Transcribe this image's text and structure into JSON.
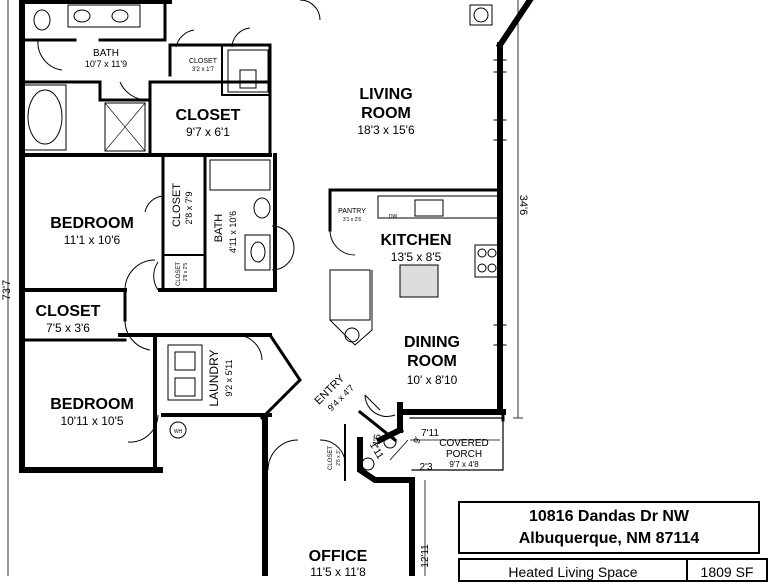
{
  "rooms": {
    "bath_top": {
      "name": "BATH",
      "dims": "10'7 x 11'9"
    },
    "closet_small_top": {
      "name": "CLOSET",
      "dims": "3'2 x 1'7"
    },
    "closet_main": {
      "name": "CLOSET",
      "dims": "9'7 x 6'1"
    },
    "living": {
      "name1": "LIVING",
      "name2": "ROOM",
      "dims": "18'3 x 15'6"
    },
    "bedroom1": {
      "name": "BEDROOM",
      "dims": "11'1 x 10'6"
    },
    "closet_vert": {
      "name": "CLOSET",
      "dims": "2'8 x 7'9"
    },
    "bath_mid": {
      "name": "BATH",
      "dims": "4'11 x 10'6"
    },
    "closet_tiny": {
      "name": "CLOSET",
      "dims": "2'8 x 2'5"
    },
    "pantry": {
      "name": "PANTRY",
      "dims": "3'1 x 2'6"
    },
    "dw": "DW",
    "kitchen": {
      "name": "KITCHEN",
      "dims": "13'5 x 8'5"
    },
    "closet_left": {
      "name": "CLOSET",
      "dims": "7'5 x 3'6"
    },
    "dining": {
      "name1": "DINING",
      "name2": "ROOM",
      "dims": "10' x 8'10"
    },
    "laundry": {
      "name": "LAUNDRY",
      "dims": "9'2 x 5'11"
    },
    "bedroom2": {
      "name": "BEDROOM",
      "dims": "10'11 x 10'5"
    },
    "entry": {
      "name": "ENTRY",
      "dims": "9'4 x 4'7"
    },
    "wh": "WH",
    "closet_entry": {
      "name": "CLOSET",
      "dims": "2'6 x 3'"
    },
    "covered_porch": {
      "name1": "COVERED",
      "name2": "PORCH",
      "dims": "9'7 x 4'8"
    },
    "office": {
      "name": "OFFICE",
      "dims": "11'5 x 11'8"
    }
  },
  "dimensions": {
    "right_height": "34'6",
    "left_height": "73'7",
    "porch_width": "7'11",
    "porch_depth": "9'",
    "entry_a": "4'5",
    "entry_b": "1'11",
    "entry_c": "2'3",
    "office_ext": "12'11"
  },
  "title_block": {
    "address_line1": "10816 Dandas Dr NW",
    "address_line2": "Albuquerque, NM 87114",
    "area_label": "Heated Living Space",
    "area_value": "1809 SF"
  },
  "colors": {
    "wall": "#000000",
    "background": "#ffffff",
    "fixture": "#dddddd"
  }
}
